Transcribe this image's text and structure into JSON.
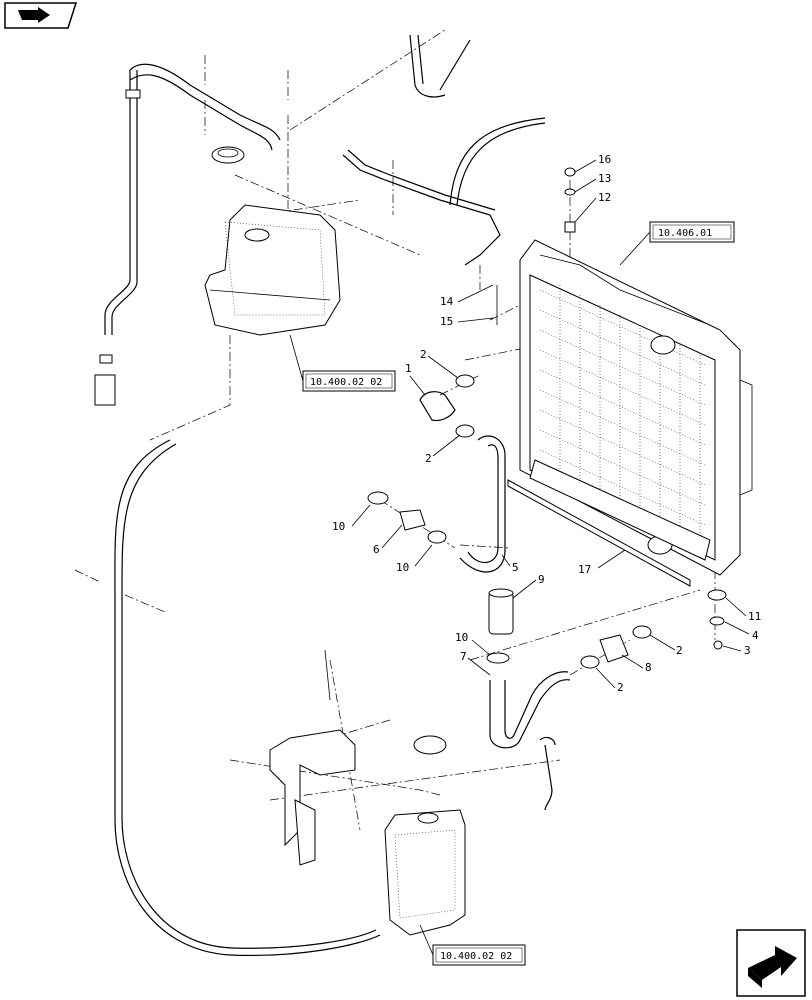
{
  "nav": {
    "top_icon": "back-arrow-icon",
    "bottom_icon": "next-page-arrow-icon"
  },
  "callouts": {
    "c1": "1",
    "c2a": "2",
    "c2b": "2",
    "c2c": "2",
    "c2d": "2",
    "c3": "3",
    "c4": "4",
    "c5": "5",
    "c6": "6",
    "c7": "7",
    "c8": "8",
    "c9": "9",
    "c10a": "10",
    "c10b": "10",
    "c10c": "10",
    "c11": "11",
    "c12": "12",
    "c13": "13",
    "c14": "14",
    "c15": "15",
    "c16": "16",
    "c17": "17"
  },
  "references": {
    "radiator": "10.406.01",
    "upper_tank": "10.400.02 02",
    "lower_tank": "10.400.02 02"
  }
}
